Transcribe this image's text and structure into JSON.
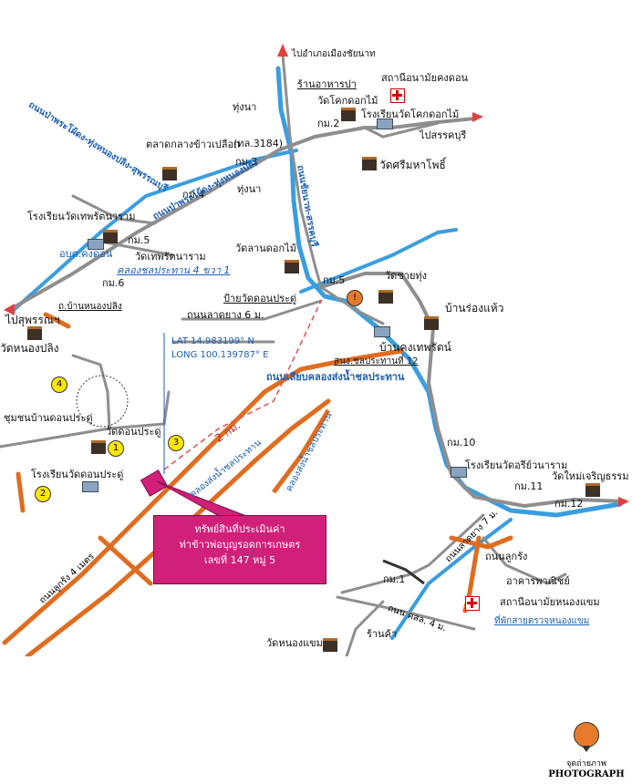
{
  "labels": {
    "to_chainat": "ไปอำเภอเมืองชัยนาท",
    "restaurant": "ร้านอาหารปา",
    "health_kongdon": "สถานีอนามัยคงดอน",
    "wat_khok_dok_mai": "วัดโคกดอกไม้",
    "school_khok_dok_mai": "โรงเรียนวัดโคกดอกไม้",
    "to_sanburi": "ไปสรรคบุรี",
    "km2": "กม.2",
    "thung_na_1": "ทุ่งนา",
    "thung_na_2": "ทุ่งนา",
    "rice_market": "ตลาดกลางข้าวเปลือก",
    "road_3184": "(ทล.3184)",
    "km3": "กม.3",
    "km4": "กม.4",
    "wat_sri_maha_pho": "วัดศรีมหาโพธิ์",
    "school_wat_thep": "โรงเรียนวัดเทพรัตนาราม",
    "obt_kongdon": "อบต.คงดอน",
    "km5_left": "กม.5",
    "wat_thep": "วัดเทพรัตนาราม",
    "canal_4": "คลองชลประทาน 4 ขวา 1",
    "wat_lan_dok_mai": "วัดลานดอกไม้",
    "km6": "กม.6",
    "ban_nong_pling": "ถ.บ้านหนองปลิง",
    "to_suphan": "ไปสุพรรณฯ",
    "wat_nong_pling": "วัดหนองปลิง",
    "wat_chai_thung": "วัดชายทุ่ง",
    "km5_right": "กม.5",
    "bus_stop": "ป้ายวัดดอนประดู่",
    "paved_road": "ถนนลาดยาง 6 ม.",
    "ban_rong_haeo": "บ้านร่องแห้ว",
    "ban_kong_thep": "บ้านคงเทพรัตน์",
    "irrigation_office": "สนง.ชลประทานที่ 12",
    "lat": "LAT 14.983199° N",
    "long": "LONG 100.139787° E",
    "canal_road": "ถนนเลียบคลองส่งน้ำชลประทาน",
    "community": "ชุมชนบ้านดอนประดู่",
    "wat_don_pradu": "วัดดอนประดู่",
    "distance": "2 กม.",
    "school_don_pradu": "โรงเรียนวัดดอนประดู่",
    "irrigation_canal": "คลองส่งน้ำชลประทาน",
    "irrigation_canal_2": "คลองส่งน้ำชลประทาน",
    "km10": "กม.10",
    "school_wat_athi": "โรงเรียนวัดอรีย์วนาราม",
    "km11": "กม.11",
    "wat_mai_charoen": "วัดใหม่เจริญธรรม",
    "km12": "กม.12",
    "road_4m": "ถนนลูกรัง 4 เมตร",
    "road_7m": "ถนนลาดยาง 7 ม.",
    "dirt_road_2": "ถนนลูกรัง",
    "km1": "กม.1",
    "commercial": "อาคารพาณิชย์",
    "health_nong_khaem": "สถานีอนามัยหนองแขม",
    "police_box": "ที่พักสายตรวจหนองแขม",
    "road_chon": "ถนน คสล. 4 ม.",
    "wat_nong_khaem": "วัดหนองแขม",
    "shop": "ร้านค้า",
    "highway_left": "ถนนป่าพระโผ้ดง-ทุ่งหนองปลิง-สุพรรณบุรี",
    "highway_top": "ถนนป่าพระโผ้ดง-ทุ่งหนองปลิง",
    "highway_vertical": "ถนนชัยนาท-สรรคบุรี"
  },
  "callout": {
    "line1": "ทรัพย์สินที่ประเมินค่า",
    "line2": "ท่าข้าวพ่อบุญรอดการเกษตร",
    "line3": "เลขที่ 147 หมู่ 5"
  },
  "markers": [
    "1",
    "2",
    "3",
    "4"
  ],
  "legend": {
    "thai": "จุดถ่ายภาพ",
    "english": "PHOTOGRAPH"
  },
  "colors": {
    "river": "#3a9de0",
    "main_road": "#e06c1f",
    "road": "#8a8a8a",
    "subject": "#d0207a"
  }
}
